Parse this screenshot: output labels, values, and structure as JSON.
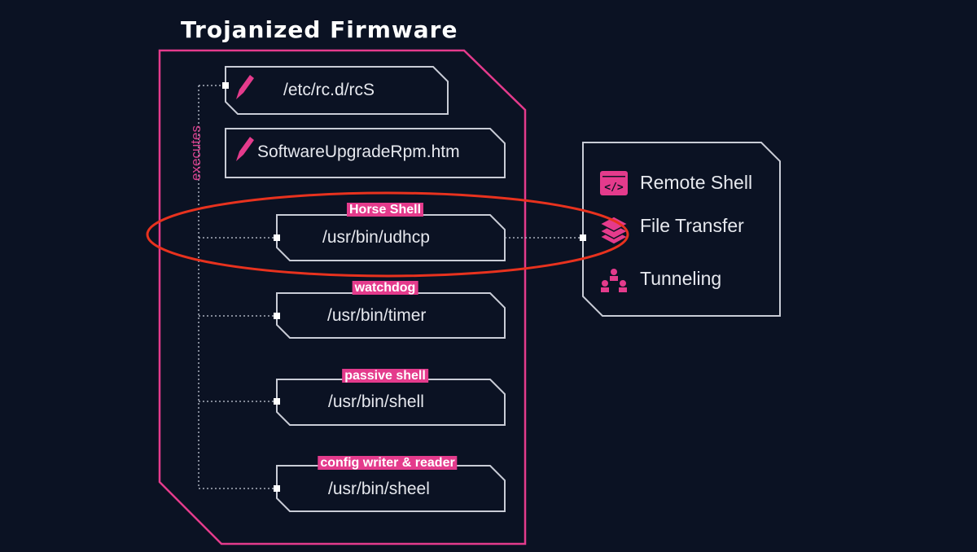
{
  "title": "Trojanized Firmware",
  "edge_label": "executes",
  "files": [
    {
      "path": "/etc/rc.d/rcS",
      "icon": "pencil-icon"
    },
    {
      "path": "SoftwareUpgradeRpm.htm",
      "icon": "pencil-icon"
    }
  ],
  "components": [
    {
      "tag": "Horse Shell",
      "path": "/usr/bin/udhcp"
    },
    {
      "tag": "watchdog",
      "path": "/usr/bin/timer"
    },
    {
      "tag": "passive shell",
      "path": "/usr/bin/shell"
    },
    {
      "tag": "config writer & reader",
      "path": "/usr/bin/sheel"
    }
  ],
  "features": [
    {
      "label": "Remote Shell",
      "icon": "code-window-icon"
    },
    {
      "label": "File Transfer",
      "icon": "layers-icon"
    },
    {
      "label": "Tunneling",
      "icon": "network-people-icon"
    }
  ],
  "colors": {
    "background": "#0b1223",
    "accent": "#e43b8c",
    "outline": "#c9ccd6",
    "highlight": "#e8321e"
  }
}
